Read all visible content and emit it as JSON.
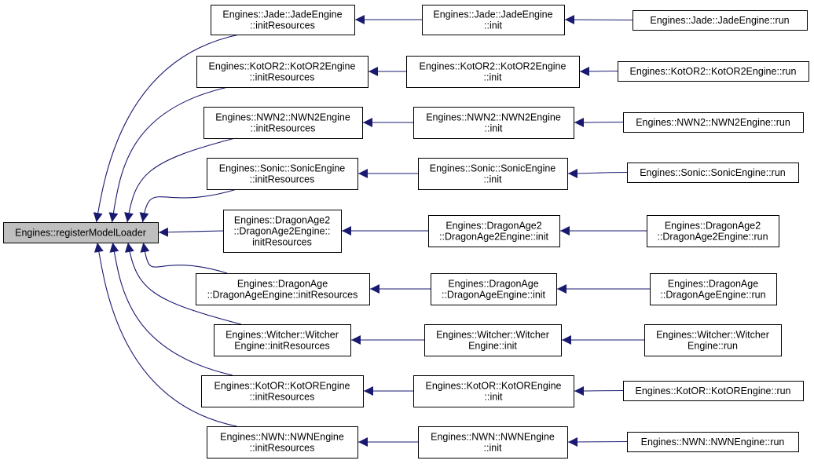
{
  "colors": {
    "edge": "#191970",
    "root_fill": "#bfbfbf",
    "node_fill": "#ffffff",
    "border": "#000000"
  },
  "root": {
    "id": "root",
    "lines": [
      "Engines::registerModelLoader"
    ]
  },
  "rows": [
    {
      "key": "jade",
      "init_resources": [
        "Engines::Jade::JadeEngine",
        "::initResources"
      ],
      "init": [
        "Engines::Jade::JadeEngine",
        "::init"
      ],
      "run": [
        "Engines::Jade::JadeEngine::run"
      ]
    },
    {
      "key": "kotor2",
      "init_resources": [
        "Engines::KotOR2::KotOR2Engine",
        "::initResources"
      ],
      "init": [
        "Engines::KotOR2::KotOR2Engine",
        "::init"
      ],
      "run": [
        "Engines::KotOR2::KotOR2Engine::run"
      ]
    },
    {
      "key": "nwn2",
      "init_resources": [
        "Engines::NWN2::NWN2Engine",
        "::initResources"
      ],
      "init": [
        "Engines::NWN2::NWN2Engine",
        "::init"
      ],
      "run": [
        "Engines::NWN2::NWN2Engine::run"
      ]
    },
    {
      "key": "sonic",
      "init_resources": [
        "Engines::Sonic::SonicEngine",
        "::initResources"
      ],
      "init": [
        "Engines::Sonic::SonicEngine",
        "::init"
      ],
      "run": [
        "Engines::Sonic::SonicEngine::run"
      ]
    },
    {
      "key": "dragonage2",
      "init_resources": [
        "Engines::DragonAge2",
        "::DragonAge2Engine::",
        "initResources"
      ],
      "init": [
        "Engines::DragonAge2",
        "::DragonAge2Engine::init"
      ],
      "run": [
        "Engines::DragonAge2",
        "::DragonAge2Engine::run"
      ]
    },
    {
      "key": "dragonage",
      "init_resources": [
        "Engines::DragonAge",
        "::DragonAgeEngine::initResources"
      ],
      "init": [
        "Engines::DragonAge",
        "::DragonAgeEngine::init"
      ],
      "run": [
        "Engines::DragonAge",
        "::DragonAgeEngine::run"
      ]
    },
    {
      "key": "witcher",
      "init_resources": [
        "Engines::Witcher::Witcher",
        "Engine::initResources"
      ],
      "init": [
        "Engines::Witcher::Witcher",
        "Engine::init"
      ],
      "run": [
        "Engines::Witcher::Witcher",
        "Engine::run"
      ]
    },
    {
      "key": "kotor",
      "init_resources": [
        "Engines::KotOR::KotOREngine",
        "::initResources"
      ],
      "init": [
        "Engines::KotOR::KotOREngine",
        "::init"
      ],
      "run": [
        "Engines::KotOR::KotOREngine::run"
      ]
    },
    {
      "key": "nwn",
      "init_resources": [
        "Engines::NWN::NWNEngine",
        "::initResources"
      ],
      "init": [
        "Engines::NWN::NWNEngine",
        "::init"
      ],
      "run": [
        "Engines::NWN::NWNEngine::run"
      ]
    }
  ]
}
